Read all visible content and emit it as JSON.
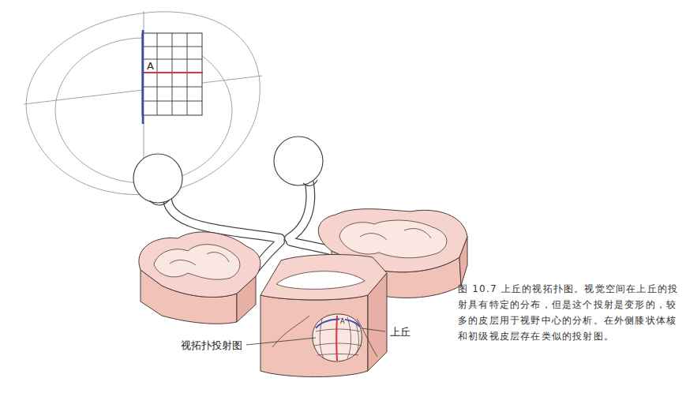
{
  "diagram": {
    "caption": "图 10.7 上丘的视拓扑图。视觉空间在上丘的投射具有特定的分布，但是这个投射是变形的，较多的皮层用于视野中心的分析。在外侧膝状体核和初级视皮层存在类似的投射图。",
    "labels": [
      "A",
      "A",
      "视拓扑投射图",
      "上丘"
    ]
  }
}
